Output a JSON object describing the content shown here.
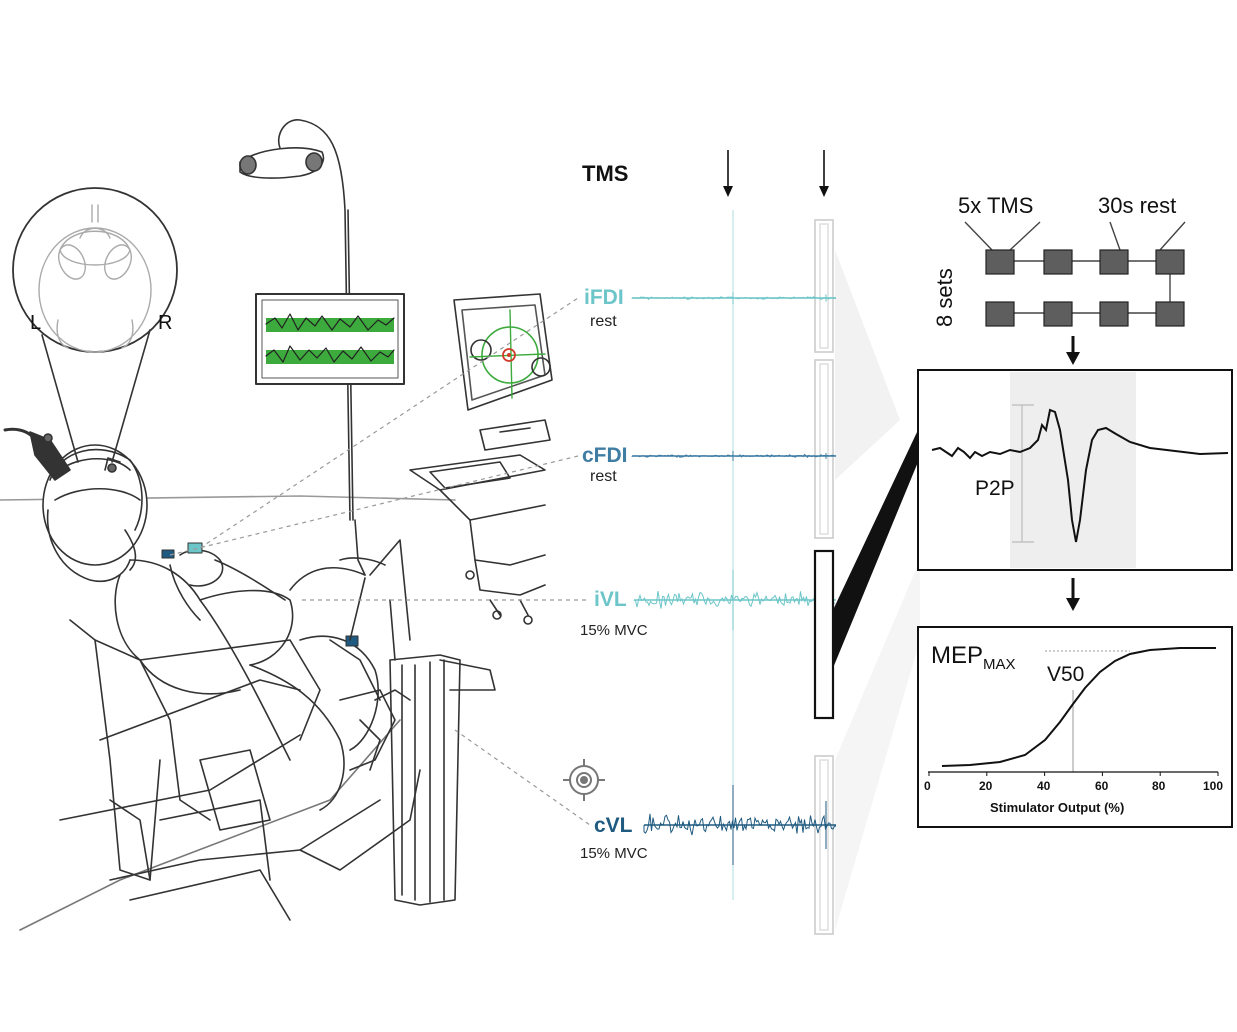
{
  "setup": {
    "head_left": "L",
    "head_right": "R"
  },
  "tms": {
    "title": "TMS"
  },
  "channels": [
    {
      "name": "iFDI",
      "condition": "rest",
      "color": "#6cc5c8"
    },
    {
      "name": "cFDI",
      "condition": "rest",
      "color": "#3f7da3"
    },
    {
      "name": "iVL",
      "condition": "15% MVC",
      "color": "#6cc5c8"
    },
    {
      "name": "cVL",
      "condition": "15% MVC",
      "color": "#1f5a80"
    }
  ],
  "protocol": {
    "pulses_label": "5x TMS",
    "rest_label": "30s rest",
    "sets_label": "8 sets"
  },
  "mep": {
    "amplitude_label": "P2P"
  },
  "curve": {
    "max_label": "MEP",
    "max_sub": "MAX",
    "v50_label": "V50",
    "xlabel": "Stimulator Output (%)",
    "ticks": [
      "0",
      "20",
      "40",
      "60",
      "80",
      "100"
    ]
  },
  "colors": {
    "light_teal": "#6cc5c8",
    "dark_teal": "#1f5a80",
    "green": "#3daa3d",
    "box_grey": "#5e5e5e",
    "stim_red": "#d23b2b"
  }
}
